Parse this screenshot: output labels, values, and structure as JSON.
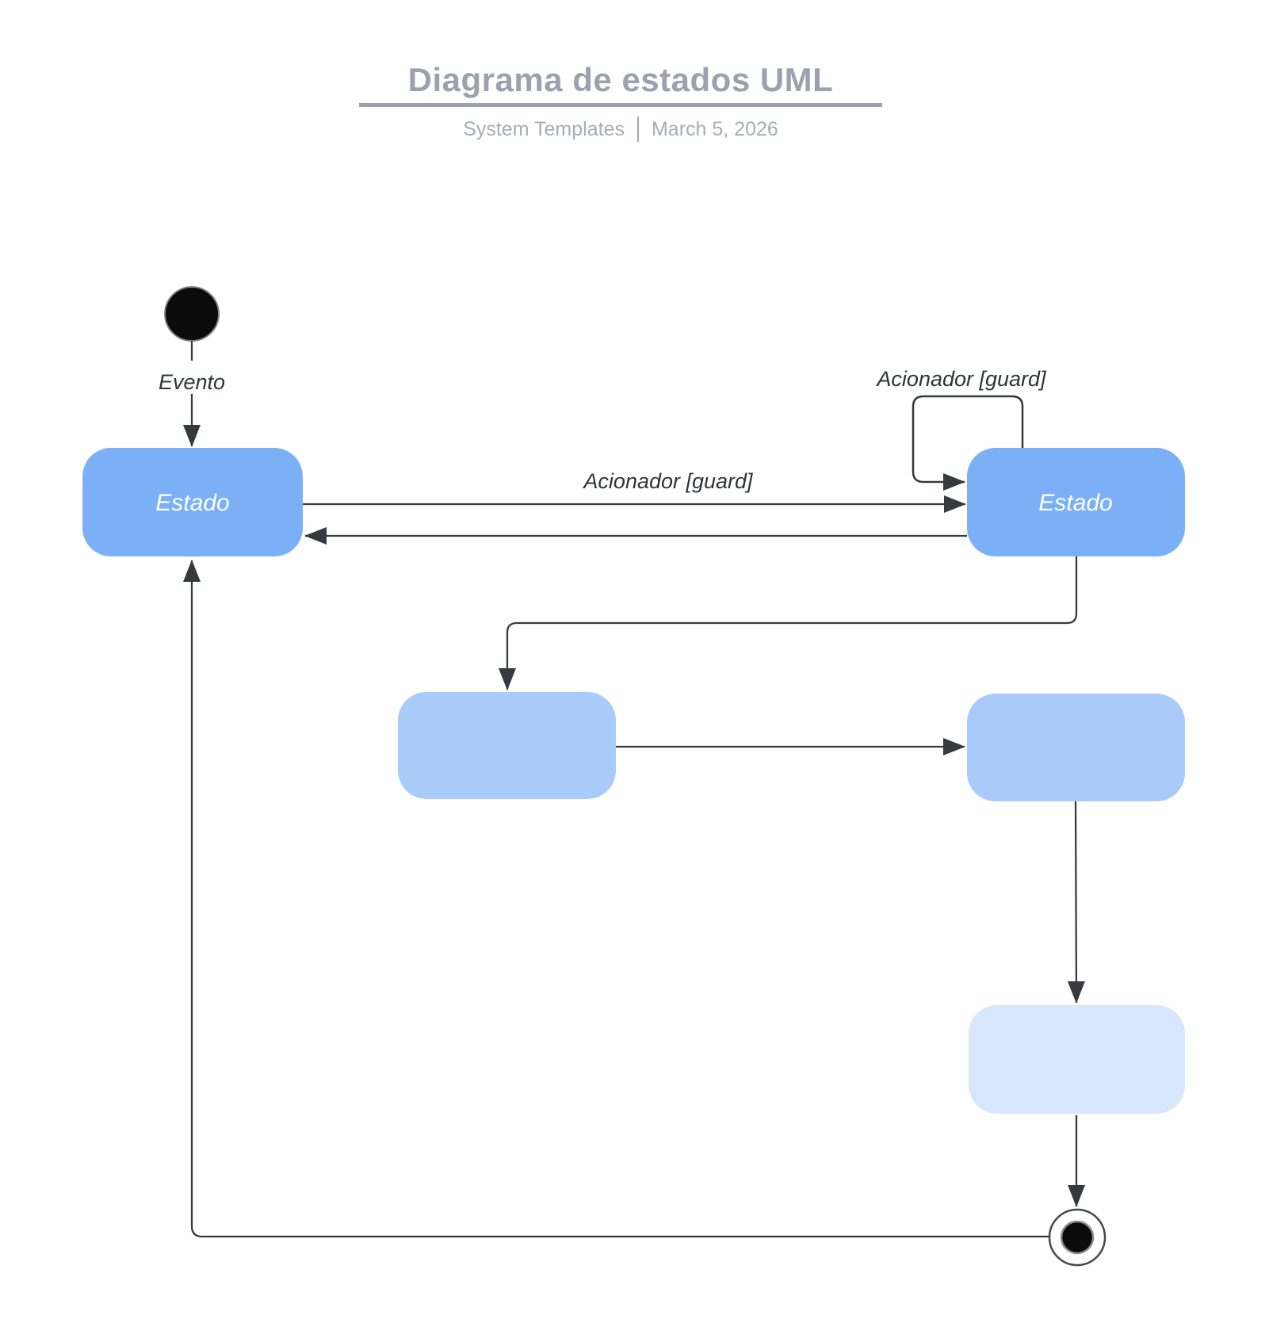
{
  "header": {
    "title": "Diagrama de estados UML",
    "subtitle_left": "System Templates",
    "subtitle_right": "March 5, 2026"
  },
  "colors": {
    "state_primary": "#7CB0F6",
    "state_secondary": "#A8CBFA",
    "state_tertiary": "#D8E7FC",
    "line": "#36393D",
    "title_text": "#9BA1AD",
    "subtitle_text": "#A7ACB7",
    "state_label_text": "#FFFFFF",
    "edge_label_text": "#303439"
  },
  "diagram": {
    "type": "uml-state-diagram",
    "initial_state": {
      "id": "initial",
      "shape": "filled-circle"
    },
    "final_state": {
      "id": "final",
      "shape": "ringed-circle"
    },
    "states": [
      {
        "id": "estado-1",
        "label": "Estado",
        "fill": "#7CB0F6"
      },
      {
        "id": "estado-2",
        "label": "Estado",
        "fill": "#7CB0F6"
      },
      {
        "id": "estado-3",
        "label": "",
        "fill": "#A8CBFA"
      },
      {
        "id": "estado-4",
        "label": "",
        "fill": "#A8CBFA"
      },
      {
        "id": "estado-5",
        "label": "",
        "fill": "#D8E7FC"
      }
    ],
    "transitions": [
      {
        "from": "initial",
        "to": "estado-1",
        "label": "Evento"
      },
      {
        "from": "estado-1",
        "to": "estado-2",
        "label": "Acionador [guard]"
      },
      {
        "from": "estado-2",
        "to": "estado-1",
        "label": ""
      },
      {
        "from": "estado-2",
        "to": "estado-2",
        "label": "Acionador [guard]"
      },
      {
        "from": "estado-2",
        "to": "estado-3",
        "label": ""
      },
      {
        "from": "estado-3",
        "to": "estado-4",
        "label": ""
      },
      {
        "from": "estado-4",
        "to": "estado-5",
        "label": ""
      },
      {
        "from": "estado-5",
        "to": "final",
        "label": ""
      },
      {
        "from": "final",
        "to": "estado-1",
        "label": ""
      }
    ]
  }
}
